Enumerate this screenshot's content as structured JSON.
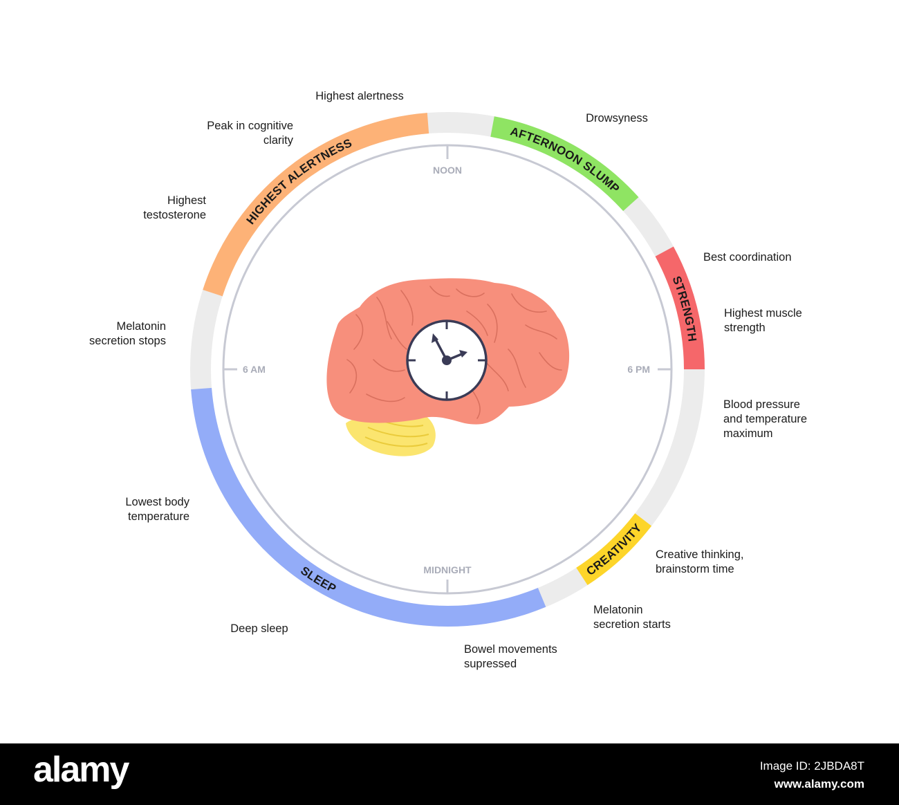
{
  "clock_labels": {
    "noon": "NOON",
    "six_pm": "6 PM",
    "midnight": "MIDNIGHT",
    "six_am": "6 AM"
  },
  "segments": [
    {
      "label": "HIGHEST ALERTNESS",
      "color": "#fdb277",
      "from_hour": 7.2,
      "to_hour": 11.7
    },
    {
      "label": "AFTERNOON SLUMP",
      "color": "#8fe463",
      "from_hour": 12.7,
      "to_hour": 15.2
    },
    {
      "label": "STRENGTH",
      "color": "#f5676a",
      "from_hour": 16.1,
      "to_hour": 18.0
    },
    {
      "label": "CREATIVITY",
      "color": "#fdd52a",
      "from_hour": 20.5,
      "to_hour": 21.8
    },
    {
      "label": "SLEEP",
      "color": "#93acf8",
      "from_hour": 22.5,
      "to_hour": 29.7
    }
  ],
  "annotations": [
    {
      "lines": [
        "Highest alertness"
      ]
    },
    {
      "lines": [
        "Drowsyness"
      ]
    },
    {
      "lines": [
        "Peak in cognitive",
        "clarity"
      ]
    },
    {
      "lines": [
        "Highest",
        "testosterone"
      ]
    },
    {
      "lines": [
        "Best coordination"
      ]
    },
    {
      "lines": [
        "Highest muscle",
        "strength"
      ]
    },
    {
      "lines": [
        "Melatonin",
        "secretion stops"
      ]
    },
    {
      "lines": [
        "Blood pressure",
        "and temperature",
        "maximum"
      ]
    },
    {
      "lines": [
        "Lowest body",
        "temperature"
      ]
    },
    {
      "lines": [
        "Creative thinking,",
        "brainstorm time"
      ]
    },
    {
      "lines": [
        "Melatonin",
        "secretion starts"
      ]
    },
    {
      "lines": [
        "Deep sleep"
      ]
    },
    {
      "lines": [
        "Bowel movements",
        "supressed"
      ]
    }
  ],
  "colors": {
    "ring_background": "#ececec",
    "clock_ring": "#c7c9d3",
    "brain": "#f78f7c",
    "brain_lines": "#d9705e",
    "cerebellum": "#fbe56f",
    "clock_face": "#ffffff",
    "clock_hands": "#3a3b56"
  },
  "center_icon": "brain-with-clock-icon",
  "watermark": {
    "logo": "alamy",
    "image_id": "Image ID: 2JBDA8T",
    "site": "www.alamy.com"
  }
}
